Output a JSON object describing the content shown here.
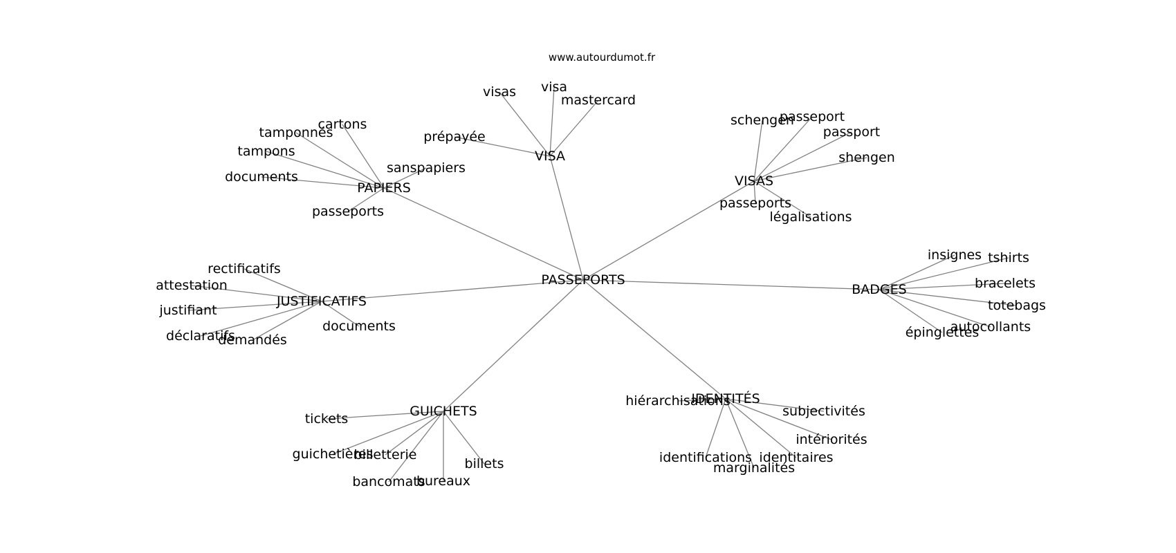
{
  "source": "www.autourdumot.fr",
  "colors": {
    "edge": "#808080",
    "text": "#000000",
    "background": "#ffffff"
  },
  "graph": {
    "center": "PASSEPORTS",
    "clusters": [
      {
        "hub": "VISA",
        "leaves": [
          "visas",
          "visa",
          "mastercard",
          "prépayée"
        ]
      },
      {
        "hub": "PAPIERS",
        "leaves": [
          "cartons",
          "tamponnés",
          "tampons",
          "documents",
          "sanspapiers",
          "passeports"
        ]
      },
      {
        "hub": "VISAS",
        "leaves": [
          "schengen",
          "passeport",
          "passport",
          "shengen",
          "passeports",
          "légalisations"
        ]
      },
      {
        "hub": "JUSTIFICATIFS",
        "leaves": [
          "rectificatifs",
          "attestation",
          "justifiant",
          "déclaratifs",
          "demandés",
          "documents"
        ]
      },
      {
        "hub": "BADGES",
        "leaves": [
          "insignes",
          "tshirts",
          "bracelets",
          "totebags",
          "autocollants",
          "épinglettes"
        ]
      },
      {
        "hub": "GUICHETS",
        "leaves": [
          "tickets",
          "guichetières",
          "billetterie",
          "bancomats",
          "bureaux",
          "billets"
        ]
      },
      {
        "hub": "IDENTITÉS",
        "leaves": [
          "hiérarchisations",
          "subjectivités",
          "intériorités",
          "identitaires",
          "marginalités",
          "identifications"
        ]
      }
    ]
  }
}
